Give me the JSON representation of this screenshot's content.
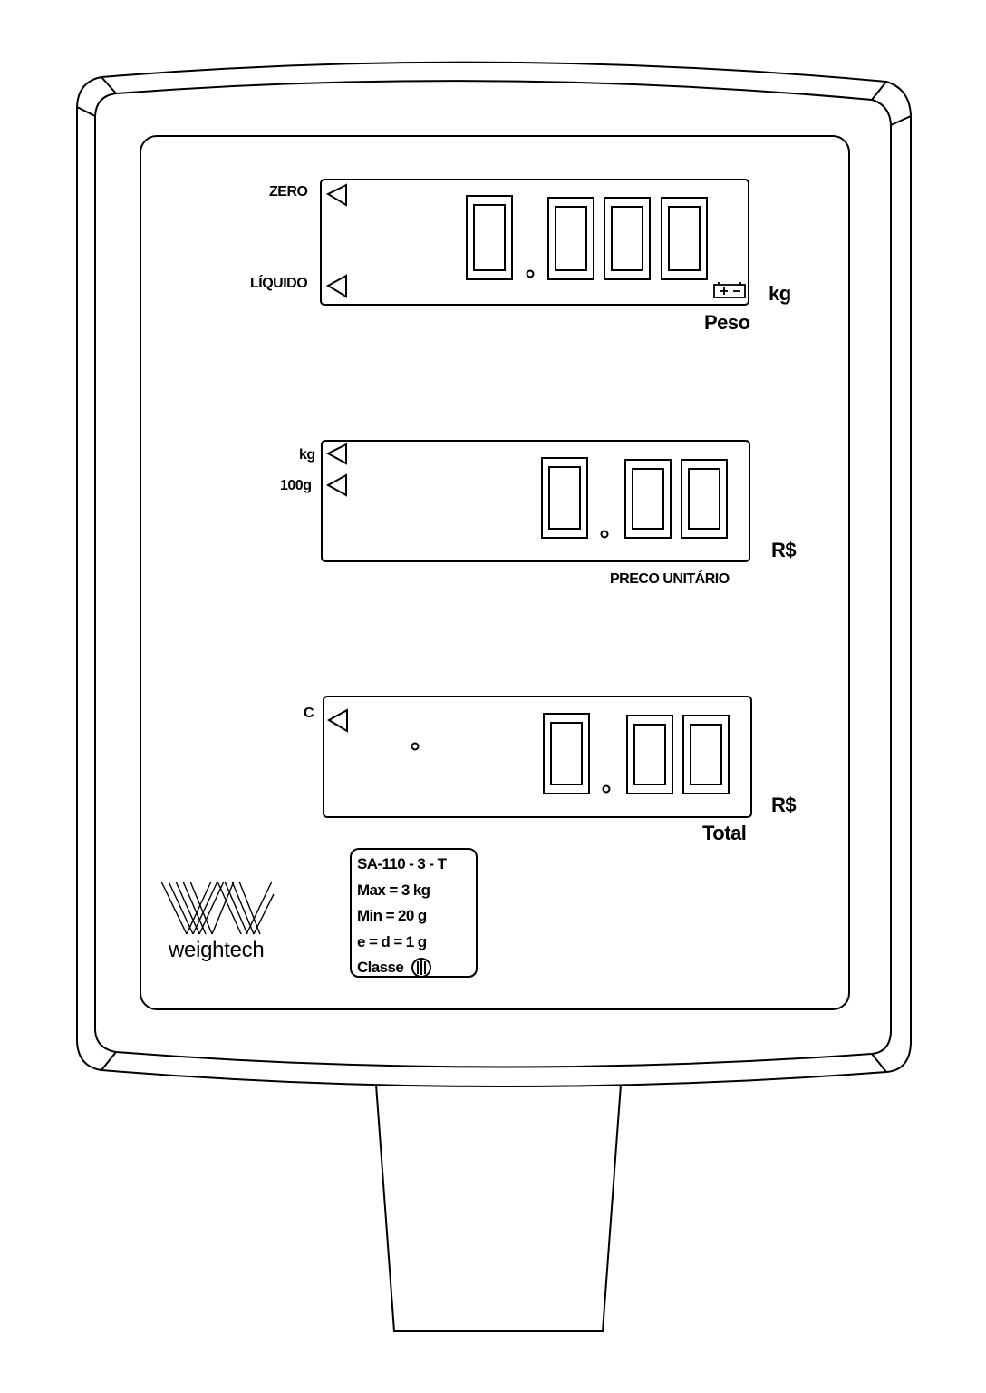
{
  "weight_display": {
    "reading": "0.000",
    "indicators": [
      "ZERO",
      "LÍQUIDO"
    ],
    "unit": "kg",
    "caption": "Peso"
  },
  "unit_price_display": {
    "reading": "0.00",
    "indicators": [
      "kg",
      "100g"
    ],
    "unit": "R$",
    "caption": "PRECO UNITÁRIO"
  },
  "total_display": {
    "reading": "0.00",
    "indicators": [
      "C"
    ],
    "unit": "R$",
    "caption": "Total"
  },
  "spec_plate": {
    "model": "SA-110 - 3 - T",
    "max": "Max = 3 kg",
    "min": "Min = 20 g",
    "division": "e = d = 1 g",
    "class_label": "Classe",
    "class_symbol": "III"
  },
  "brand": {
    "name": "weightech",
    "logo_icon": "w-stripes-logo-icon"
  },
  "icons": [
    "indicator-triangle-icon",
    "battery-icon",
    "class-iii-icon"
  ],
  "colors": {
    "line": "#000000",
    "background": "#ffffff"
  }
}
